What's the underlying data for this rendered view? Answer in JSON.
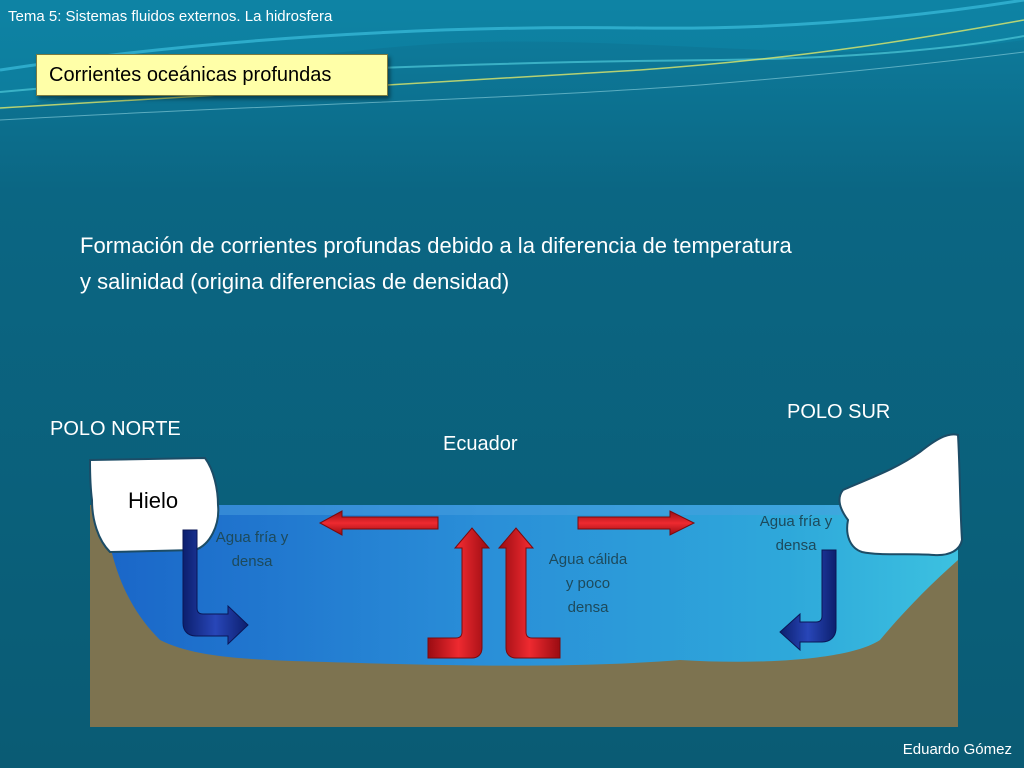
{
  "header": {
    "topic": "Tema 5: Sistemas fluidos externos. La hidrosfera",
    "section_title": "Corrientes oceánicas profundas"
  },
  "main": {
    "line1": "Formación de corrientes profundas debido a la diferencia de temperatura",
    "line2": "y salinidad (origina diferencias de densidad)"
  },
  "diagram": {
    "north_pole": "POLO NORTE",
    "south_pole": "POLO SUR",
    "equator": "Ecuador",
    "ice": "Hielo",
    "north_water": {
      "line1": "Agua fría y",
      "line2": "densa"
    },
    "south_water": {
      "line1": "Agua fría y",
      "line2": "densa"
    },
    "warm_water": {
      "line1": "Agua cálida",
      "line2": "y poco",
      "line3": "densa"
    }
  },
  "footer": {
    "author": "Eduardo Gómez"
  },
  "colors": {
    "background": "#0b5f78",
    "ocean": "#1f7fd0",
    "ground": "#7d7350",
    "cold_arrow": "#1a2f8a",
    "warm_arrow": "#d3141c",
    "title_box": "#ffffa8"
  }
}
